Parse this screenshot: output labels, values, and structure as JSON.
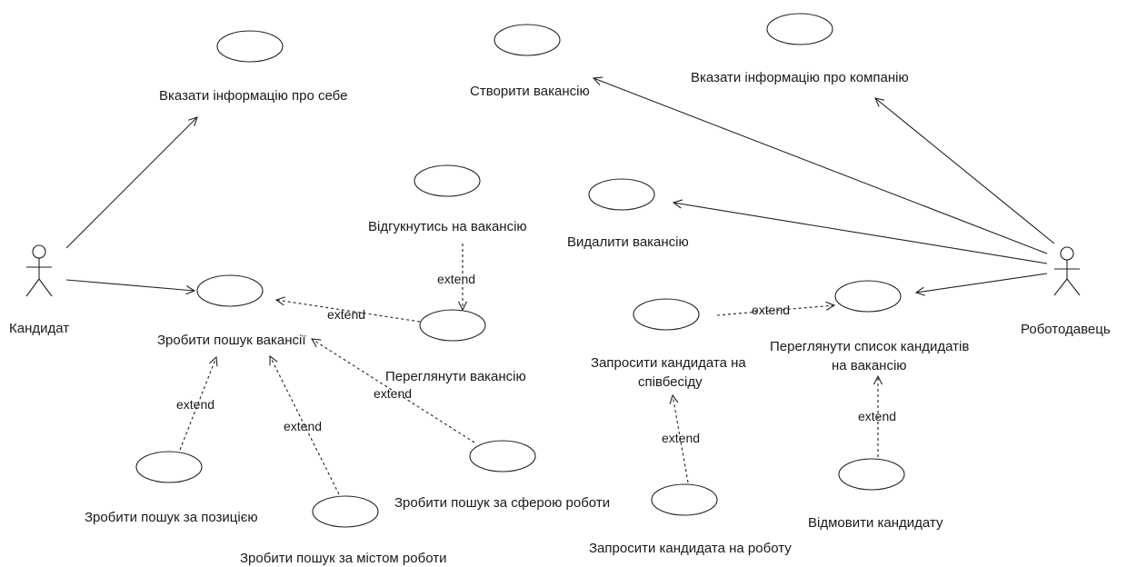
{
  "actors": {
    "candidate": "Кандидат",
    "employer": "Роботодавець"
  },
  "use_cases": {
    "about_self": "Вказати інформацію про себе",
    "create_vacancy": "Створити вакансію",
    "about_company": "Вказати інформацію про компанію",
    "respond_vacancy": "Відгукнутись на вакансію",
    "delete_vacancy": "Видалити вакансію",
    "search_vacancy": "Зробити пошук вакансії",
    "view_vacancy": "Переглянути вакансію",
    "invite_interview_1": "Запросити кандидата на",
    "invite_interview_2": "співбесіду",
    "view_candidates_1": "Переглянути список кандидатів",
    "view_candidates_2": "на вакансію",
    "search_position": "Зробити пошук за позицією",
    "search_sphere": "Зробити пошук за сферою роботи",
    "search_city": "Зробити пошук за містом роботи",
    "invite_job": "Запросити кандидата на роботу",
    "reject_candidate": "Відмовити кандидату"
  },
  "stereotype": "extend"
}
